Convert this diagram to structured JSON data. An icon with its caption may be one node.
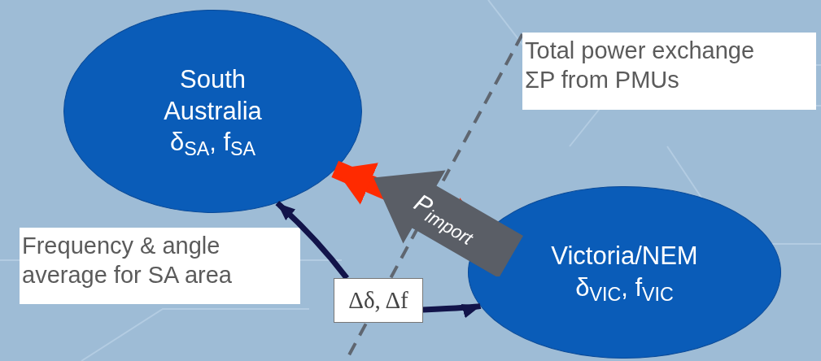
{
  "diagram": {
    "nodes": [
      {
        "text": [
          "South Australia",
          "δ$_{SA}$, f$_{SA}$"
        ]
      },
      {
        "text": [
          "Victoria/NEM",
          "δ$_{VIC}$, f$_{VIC}$"
        ]
      },
      {
        "text": [
          "Frequency & angle average for SA area"
        ]
      },
      {
        "text": [
          "Δδ, Δf"
        ]
      },
      {
        "text": [
          "Total power exchange ΣP from PMUs"
        ]
      }
    ],
    "edges": [
      {
        "from": 0,
        "to": 1,
        "arrow": "both",
        "style": "thick",
        "color": "#ff2a00",
        "label": "P$_{import}$"
      },
      {
        "from": 3,
        "to": 0,
        "arrow": "to"
      },
      {
        "from": 3,
        "to": 1,
        "arrow": "to"
      }
    ]
  }
}
